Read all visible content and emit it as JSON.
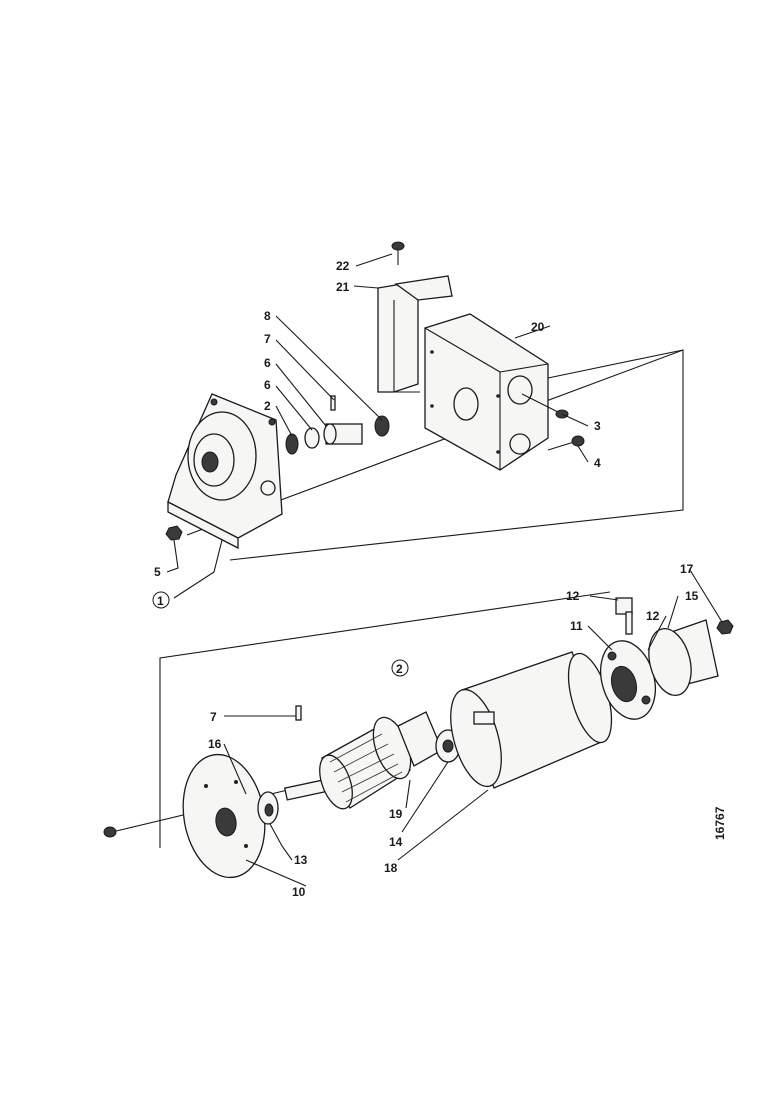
{
  "drawing_number": "16767",
  "callouts": {
    "c1": "1",
    "c2": "2",
    "c3": "3",
    "c4": "4",
    "c5": "5",
    "c6a": "6",
    "c6b": "6",
    "c7a": "7",
    "c7b": "7",
    "c8": "8",
    "c10": "10",
    "c11": "11",
    "c12a": "12",
    "c12b": "12",
    "c13": "13",
    "c14": "14",
    "c15": "15",
    "c16": "16",
    "c17": "17",
    "c18": "18",
    "c19": "19",
    "c20": "20",
    "c21": "21",
    "c22": "22"
  }
}
